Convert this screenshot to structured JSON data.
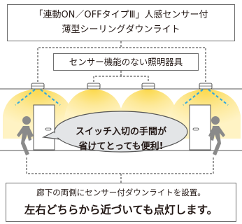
{
  "title": {
    "line1": "「連動ON／OFFタイプⅢ」人感センサー付",
    "line2": "薄型シーリングダウンライト"
  },
  "center_label": "センサー機能のない照明器具",
  "bubble": {
    "line1": "スイッチ入切の手間が",
    "line2": "省けてとっても便利!"
  },
  "footer": {
    "line1": "廊下の両側にセンサー付ダウンライトを設置。",
    "line2": "左右どちらから近づいても点灯します。"
  },
  "colors": {
    "light_glow": "#fde99a",
    "light_core": "#fbd84a",
    "sensor_beam": "#2ea7e0",
    "door_fill": "#ffffff",
    "person": "#8a8a8a",
    "bubble_fill": "#e3e5e7",
    "line": "#555555"
  },
  "icons": [
    "ceiling-downlight-icon",
    "sensor-downlight-icon",
    "door-icon",
    "walking-person-icon"
  ]
}
